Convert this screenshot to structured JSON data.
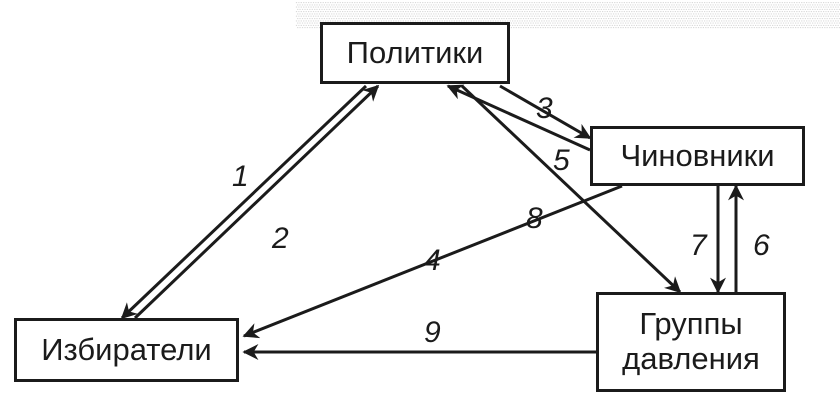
{
  "nodes": {
    "politics": "Политики",
    "officials": "Чиновники",
    "voters": "Избиратели",
    "groups": "Группы\nдавления"
  },
  "edges": [
    {
      "label": "1",
      "from": "voters",
      "to": "politics"
    },
    {
      "label": "2",
      "from": "politics",
      "to": "voters"
    },
    {
      "label": "3",
      "from": "politics",
      "to": "officials"
    },
    {
      "label": "4",
      "from": "officials",
      "to": "voters"
    },
    {
      "label": "5",
      "from": "officials",
      "to": "politics"
    },
    {
      "label": "6",
      "from": "groups",
      "to": "officials"
    },
    {
      "label": "7",
      "from": "officials",
      "to": "groups"
    },
    {
      "label": "8",
      "from": "politics",
      "to": "groups"
    },
    {
      "label": "9",
      "from": "groups",
      "to": "voters"
    }
  ]
}
